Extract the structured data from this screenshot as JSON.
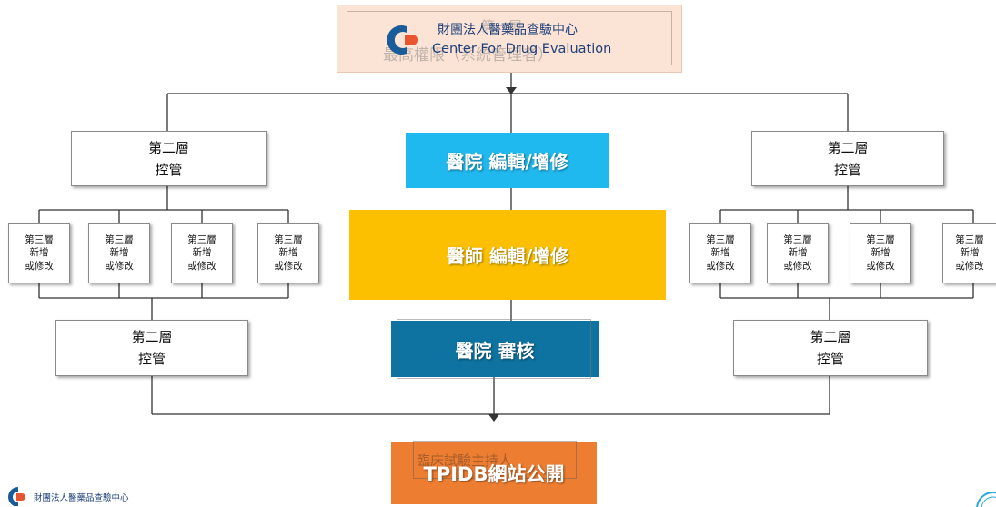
{
  "top": {
    "logo_text_zh": "財團法人醫藥品查驗中心",
    "logo_text_en": "Center For Drug Evaluation",
    "ghost_line1": "第一層",
    "ghost_line2": "最高權限（系統管理者）"
  },
  "center_steps": {
    "hospital_edit": "醫院 編輯/增修",
    "doctor_edit": "醫師 編輯/增修",
    "hospital_review": "醫院 審核",
    "publish": "TPIDB網站公開",
    "publish_ghost": "臨床試驗主持人"
  },
  "level2": {
    "line1": "第二層",
    "line2": "控管"
  },
  "level3": {
    "line1": "第三層",
    "line2": "新增",
    "line3": "或修改"
  },
  "footer": {
    "logo_text": "財團法人醫藥品查驗中心"
  },
  "colors": {
    "hospital_edit": "#20b9ef",
    "doctor_edit": "#fcc000",
    "hospital_review": "#0e73a0",
    "publish": "#ed7d31",
    "top_box": "#fbe4d6"
  }
}
